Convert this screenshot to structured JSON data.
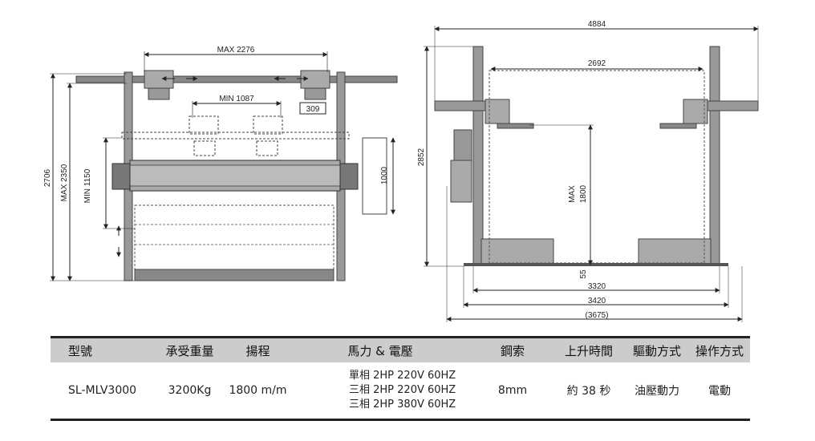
{
  "dimensions": {
    "front": {
      "max_width": "MAX 2276",
      "min_width": "MIN 1087",
      "inner_offset": "309",
      "height_total": "2706",
      "height_max": "MAX 2350",
      "height_min": "MIN 1150",
      "platform_height": "1000"
    },
    "side": {
      "overall_length": "4884",
      "inner_span": "2692",
      "height": "2852",
      "lift_label_1": "MAX",
      "lift_label_2": "1800",
      "base_offset": "55",
      "base_length": "3320",
      "base_outer": "3420",
      "base_total": "(3675)"
    }
  },
  "spec_table": {
    "headers": [
      "型號",
      "承受重量",
      "揚程",
      "馬力 & 電壓",
      "鋼索",
      "上升時間",
      "驅動方式",
      "操作方式"
    ],
    "row": {
      "model": "SL-MLV3000",
      "capacity": "3200Kg",
      "lift": "1800 m/m",
      "power": [
        "單相 2HP  220V  60HZ",
        "三相 2HP  220V  60HZ",
        "三相 2HP  380V  60HZ"
      ],
      "cable": "8mm",
      "rise_time": "約 38 秒",
      "drive": "油壓動力",
      "operation": "電動"
    }
  },
  "colors": {
    "structure": "#888888",
    "structure_dark": "#555555",
    "header_bg": "#cccccc",
    "line": "#222222"
  }
}
